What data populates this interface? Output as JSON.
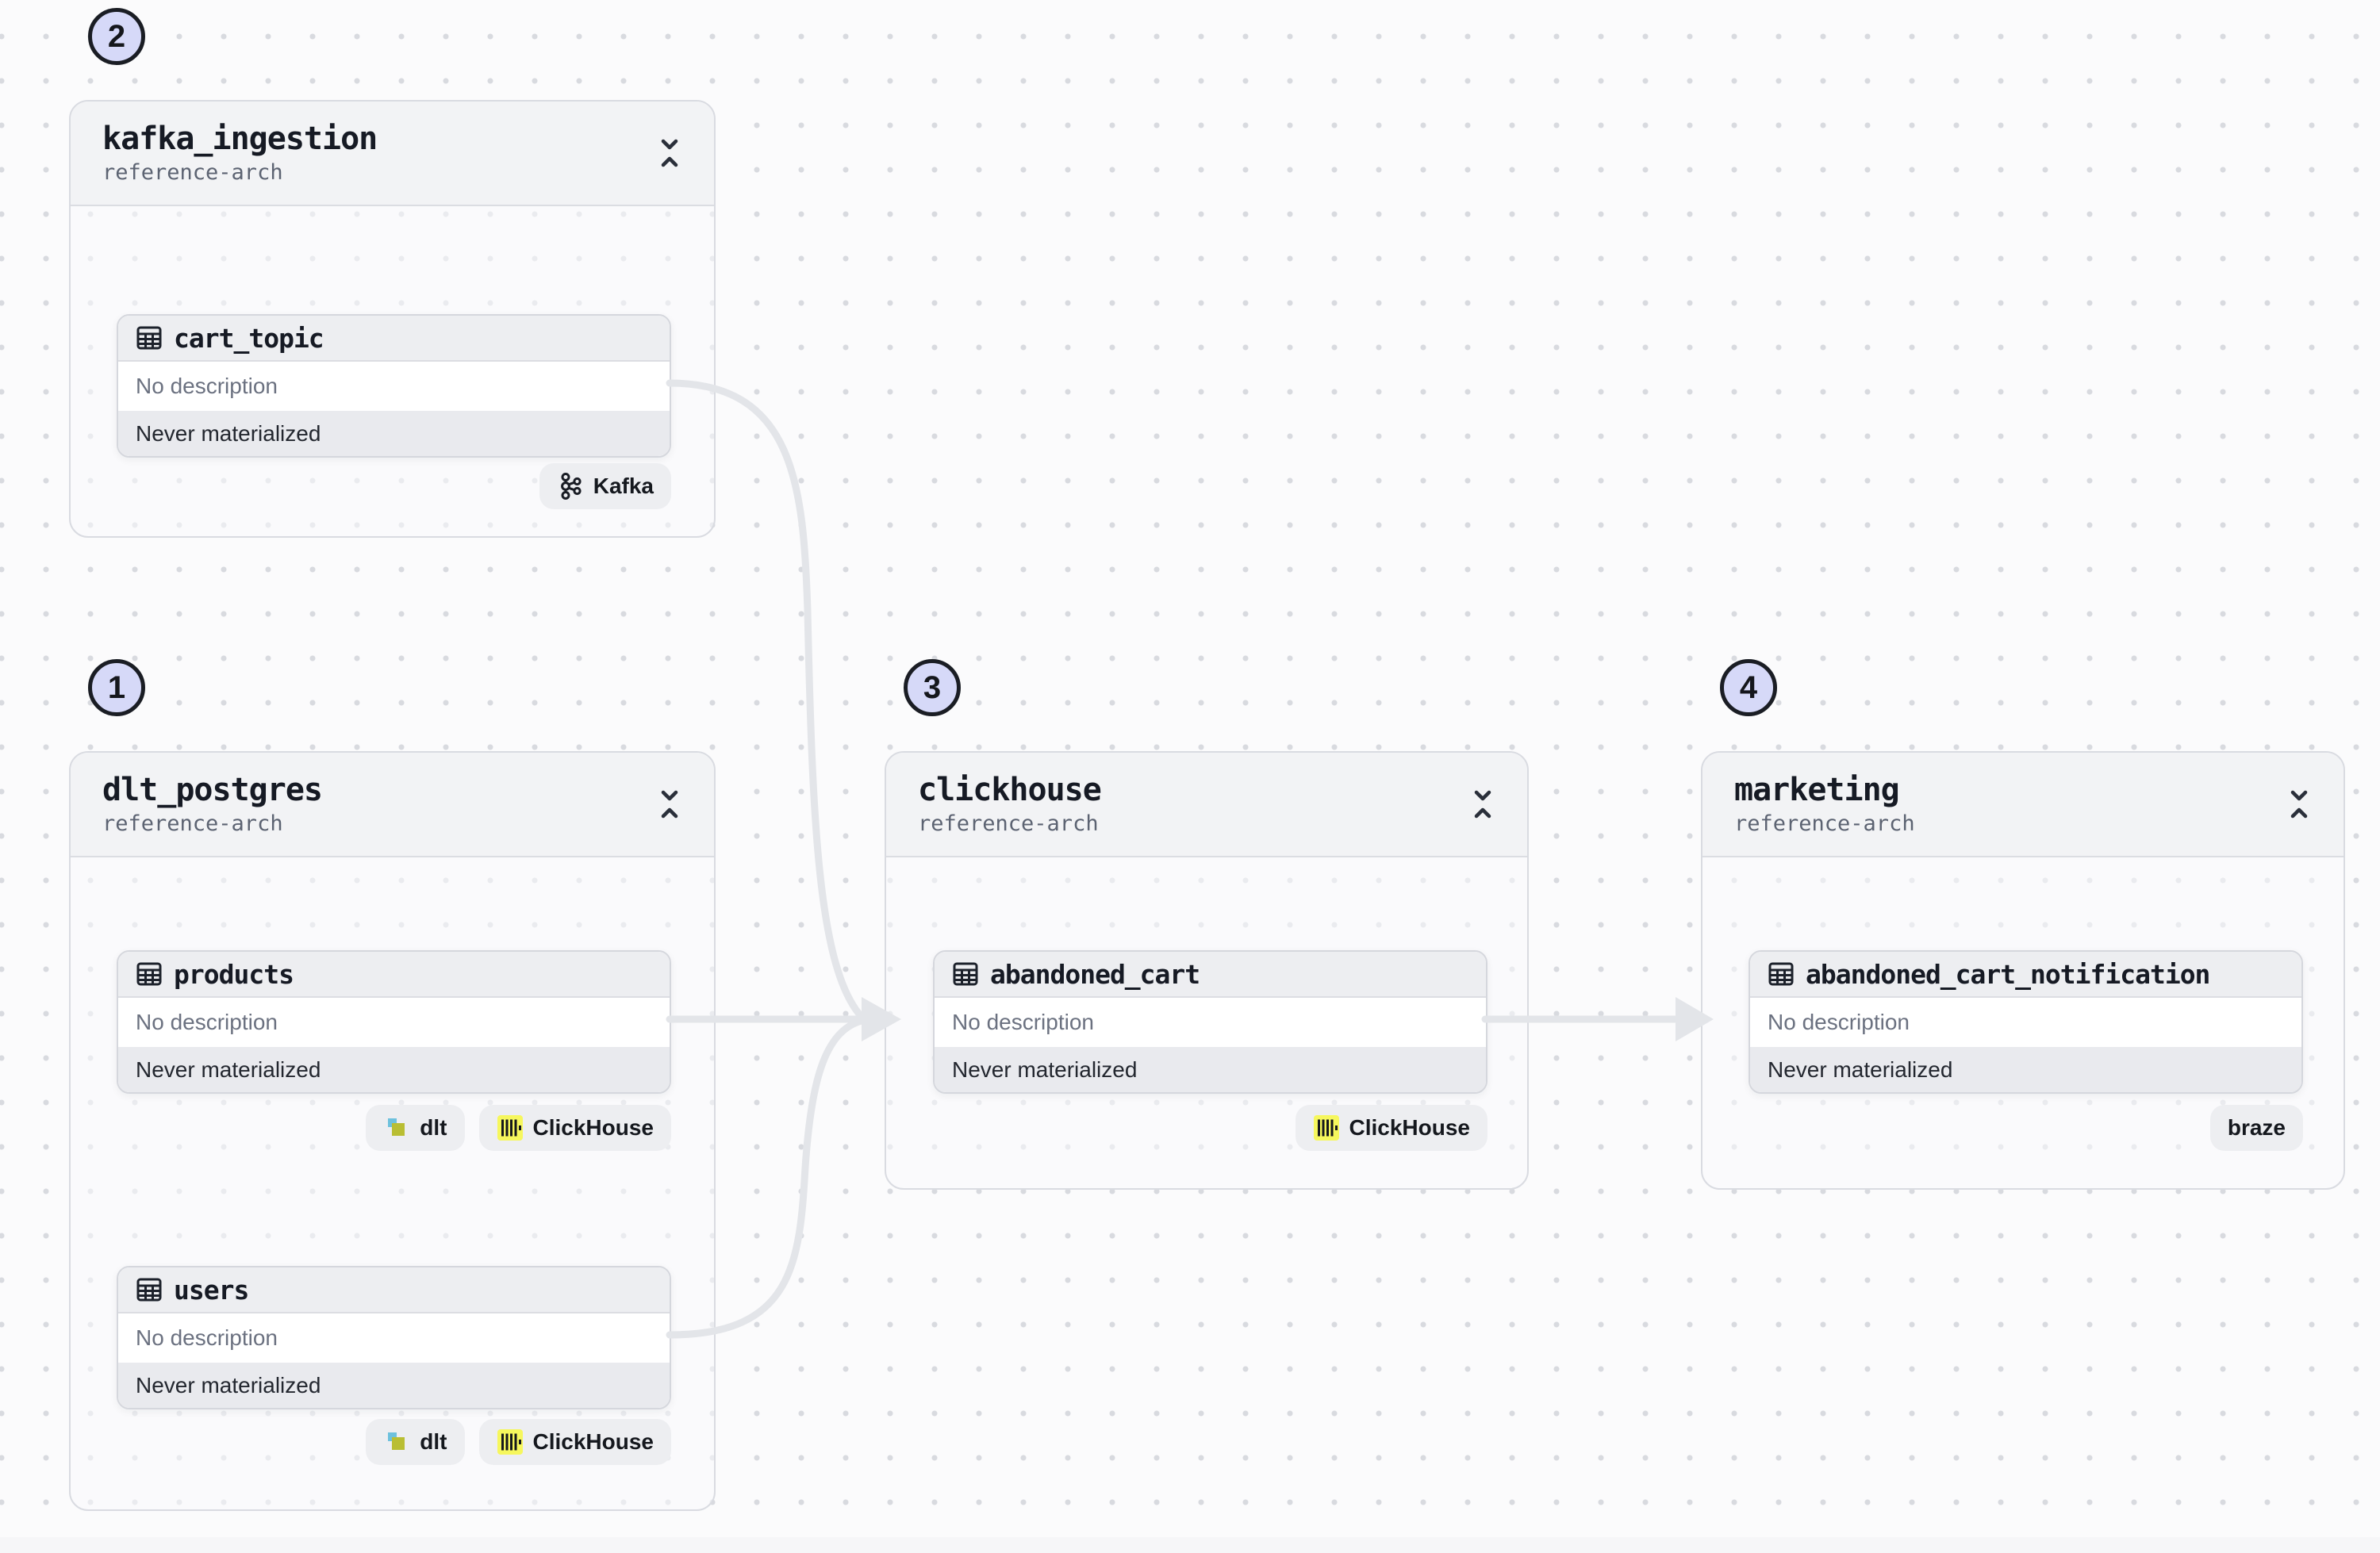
{
  "view": {
    "description_placeholder": "No description",
    "status_never": "Never materialized"
  },
  "colors": {
    "badge_fill": "#D6D9F8",
    "edge": "#E3E5E9",
    "clickhouse_yellow": "#F6F75D",
    "dlt_blue": "#6EC1DD",
    "dlt_olive": "#B9BE33",
    "header_gray": "#F2F3F5",
    "status_row_gray": "#E9EAEE"
  },
  "groups": [
    {
      "badge": "2",
      "title": "kafka_ingestion",
      "subtitle": "reference-arch",
      "assets": [
        {
          "name": "cart_topic",
          "description": "No description",
          "status": "Never materialized",
          "tags": [
            {
              "label": "Kafka",
              "icon": "kafka-icon"
            }
          ]
        }
      ]
    },
    {
      "badge": "1",
      "title": "dlt_postgres",
      "subtitle": "reference-arch",
      "assets": [
        {
          "name": "products",
          "description": "No description",
          "status": "Never materialized",
          "tags": [
            {
              "label": "dlt",
              "icon": "dlt-icon"
            },
            {
              "label": "ClickHouse",
              "icon": "clickhouse-icon"
            }
          ]
        },
        {
          "name": "users",
          "description": "No description",
          "status": "Never materialized",
          "tags": [
            {
              "label": "dlt",
              "icon": "dlt-icon"
            },
            {
              "label": "ClickHouse",
              "icon": "clickhouse-icon"
            }
          ]
        }
      ]
    },
    {
      "badge": "3",
      "title": "clickhouse",
      "subtitle": "reference-arch",
      "assets": [
        {
          "name": "abandoned_cart",
          "description": "No description",
          "status": "Never materialized",
          "tags": [
            {
              "label": "ClickHouse",
              "icon": "clickhouse-icon"
            }
          ]
        }
      ]
    },
    {
      "badge": "4",
      "title": "marketing",
      "subtitle": "reference-arch",
      "assets": [
        {
          "name": "abandoned_cart_notification",
          "description": "No description",
          "status": "Never materialized",
          "tags": [
            {
              "label": "braze",
              "icon": null
            }
          ]
        }
      ]
    }
  ],
  "edges": [
    {
      "from": "cart_topic",
      "to": "abandoned_cart"
    },
    {
      "from": "products",
      "to": "abandoned_cart"
    },
    {
      "from": "users",
      "to": "abandoned_cart"
    },
    {
      "from": "abandoned_cart",
      "to": "abandoned_cart_notification"
    }
  ]
}
